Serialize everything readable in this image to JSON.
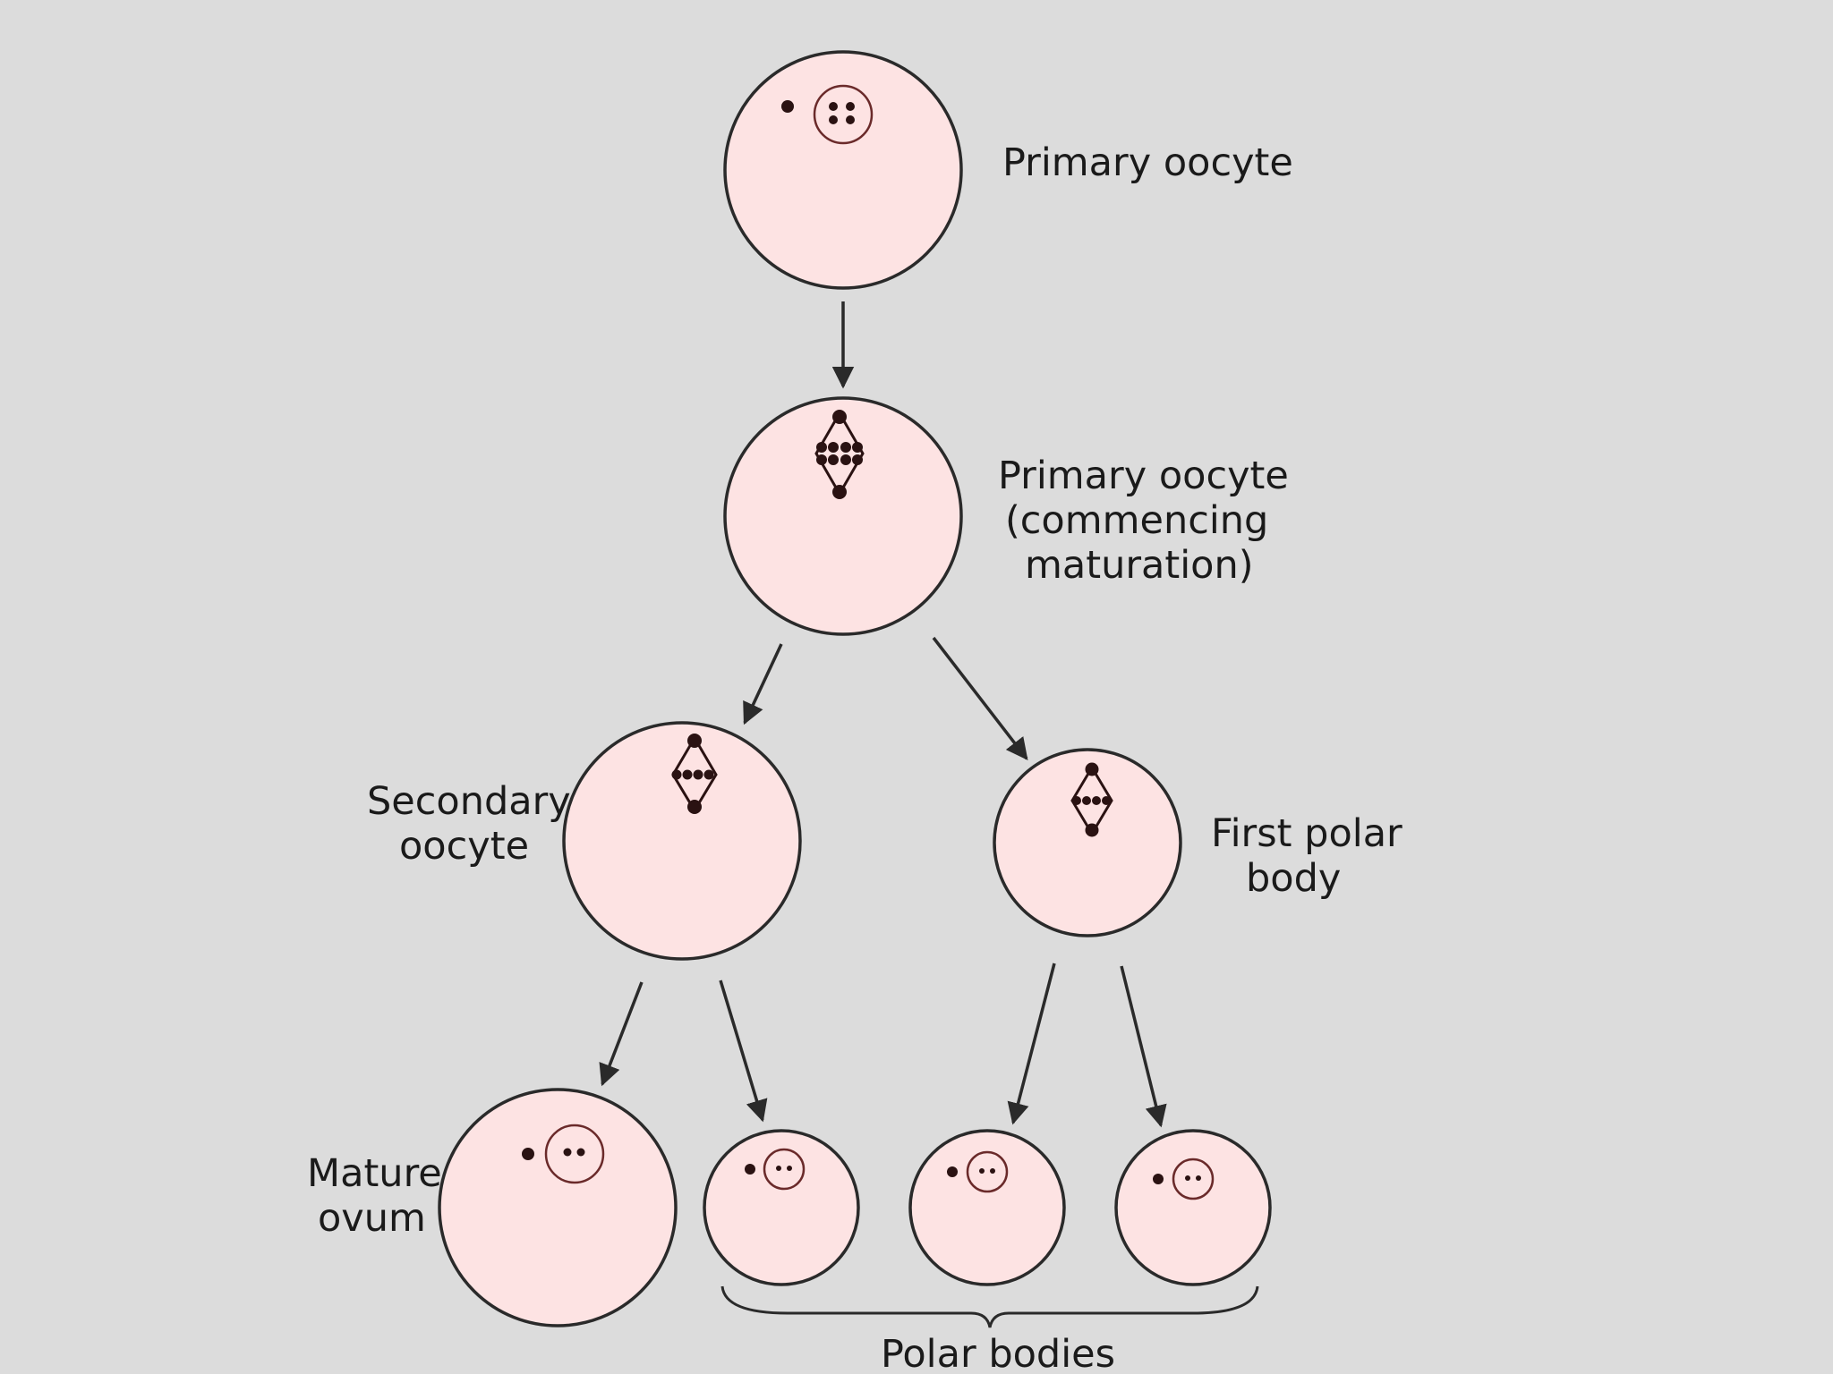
{
  "labels": {
    "primary_oocyte": "Primary oocyte",
    "commencing_line1": "Primary oocyte",
    "commencing_line2": "(commencing",
    "commencing_line3": "maturation)",
    "secondary_line1": "Secondary",
    "secondary_line2": "oocyte",
    "first_polar_line1": "First polar",
    "first_polar_line2": "body",
    "mature_line1": "Mature",
    "mature_line2": "ovum",
    "polar_bodies": "Polar bodies"
  },
  "colors": {
    "background": "#dcdcdc",
    "cell_fill": "#fde3e3",
    "outline": "#2a2a2a"
  }
}
